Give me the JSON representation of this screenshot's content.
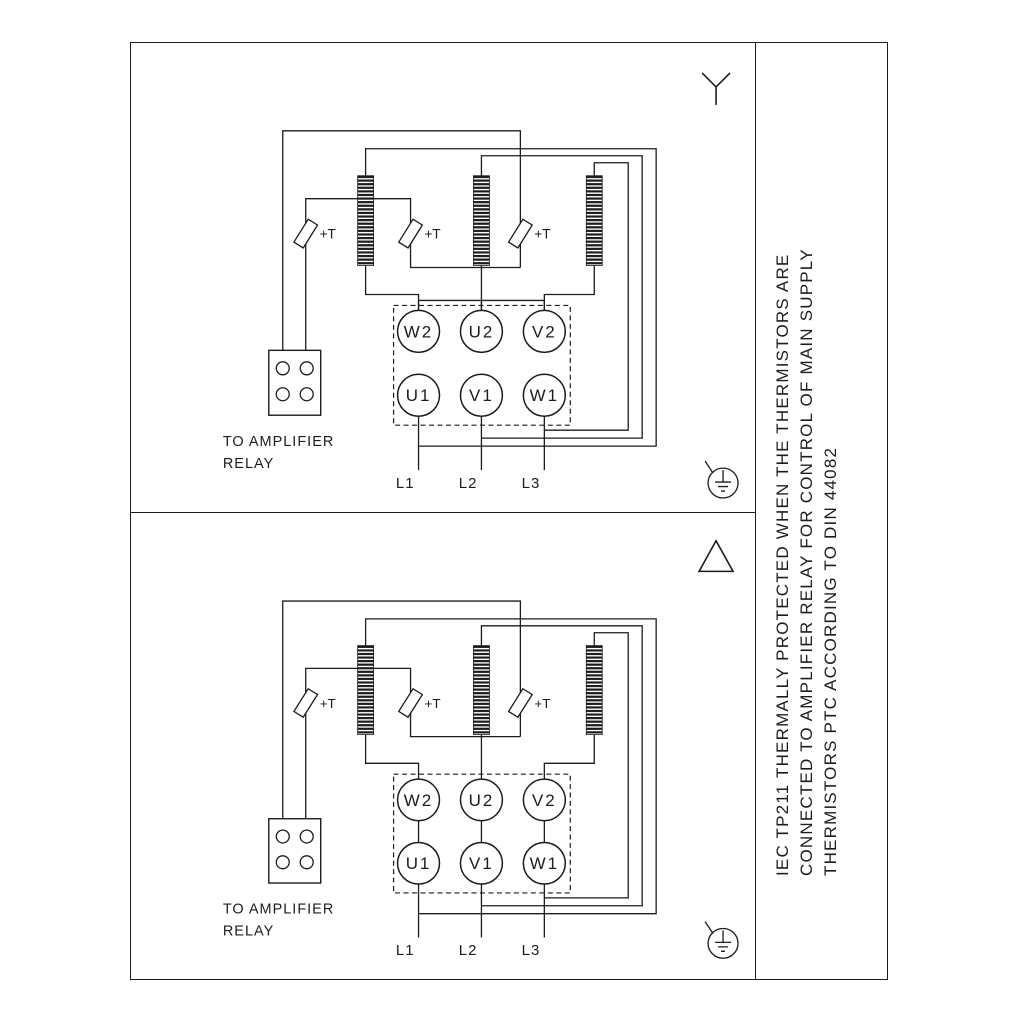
{
  "colors": {
    "line": "#1c1c1c",
    "background": "#ffffff"
  },
  "note": {
    "line1": "IEC TP211 THERMALLY PROTECTED WHEN THE THERMISTORS ARE",
    "line2": "CONNECTED TO AMPLIFIER RELAY FOR CONTROL OF MAIN SUPPLY",
    "line3": "THERMISTORS PTC ACCORDING TO DIN 44082"
  },
  "panels": [
    {
      "connection": "star",
      "corner_symbol": "star",
      "thermistor": "+T",
      "relay_line1": "TO AMPLIFIER",
      "relay_line2": "RELAY",
      "terminals_top": [
        "W2",
        "U2",
        "V2"
      ],
      "terminals_bottom": [
        "U1",
        "V1",
        "W1"
      ],
      "supply": [
        "L1",
        "L2",
        "L3"
      ]
    },
    {
      "connection": "delta",
      "corner_symbol": "delta",
      "thermistor": "+T",
      "relay_line1": "TO AMPLIFIER",
      "relay_line2": "RELAY",
      "terminals_top": [
        "W2",
        "U2",
        "V2"
      ],
      "terminals_bottom": [
        "U1",
        "V1",
        "W1"
      ],
      "supply": [
        "L1",
        "L2",
        "L3"
      ]
    }
  ]
}
